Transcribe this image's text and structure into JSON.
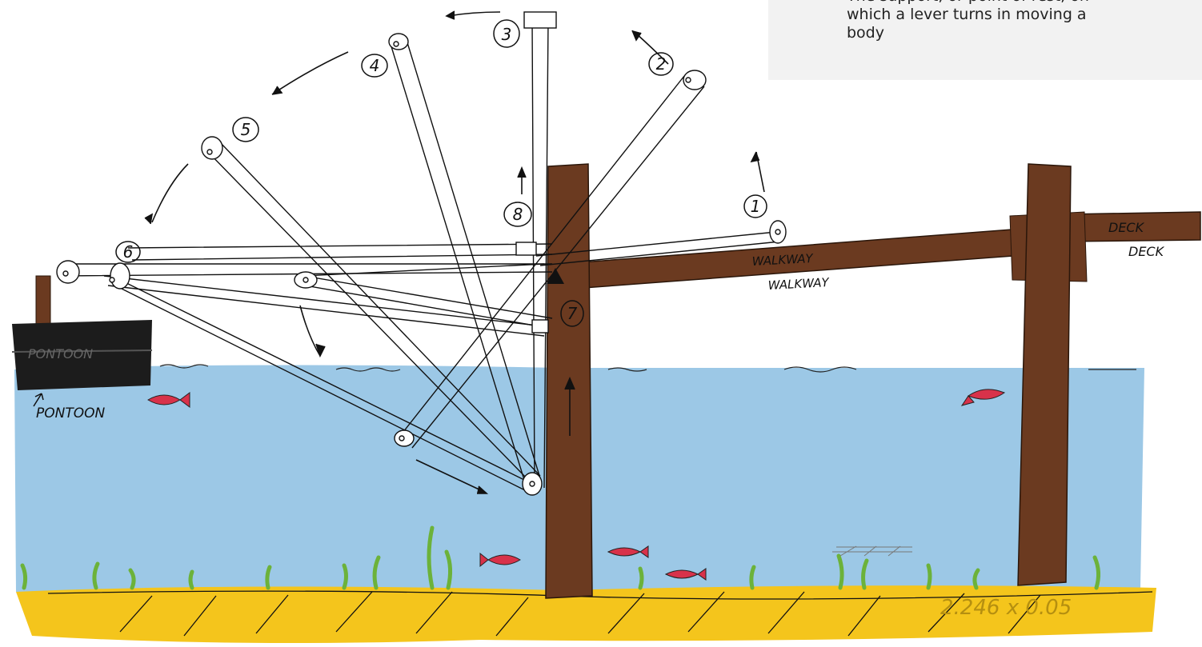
{
  "info_box": {
    "bullet_text": "The support, or point of rest, on which a lever turns in moving a body"
  },
  "labels": {
    "pos1": "1",
    "pos2": "2",
    "pos3": "3",
    "pos4": "4",
    "pos5": "5",
    "pos6": "6",
    "pos7": "7",
    "pos8": "8",
    "pontoon_on_block": "PONTOON",
    "pontoon": "PONTOON",
    "walkway_on_beam": "WALKWAY",
    "walkway": "WALKWAY",
    "deck_on_beam": "DECK",
    "deck": "DECK",
    "corner_note": "2.246 x 0.05"
  },
  "colors": {
    "water": "#9cc8e6",
    "sand": "#f4c51c",
    "wood": "#6b3a20",
    "pontoon": "#1c1c1c",
    "fish": "#d8324a",
    "weed": "#6cb23a",
    "ink": "#111111",
    "info_box_bg": "#f2f2f2"
  }
}
